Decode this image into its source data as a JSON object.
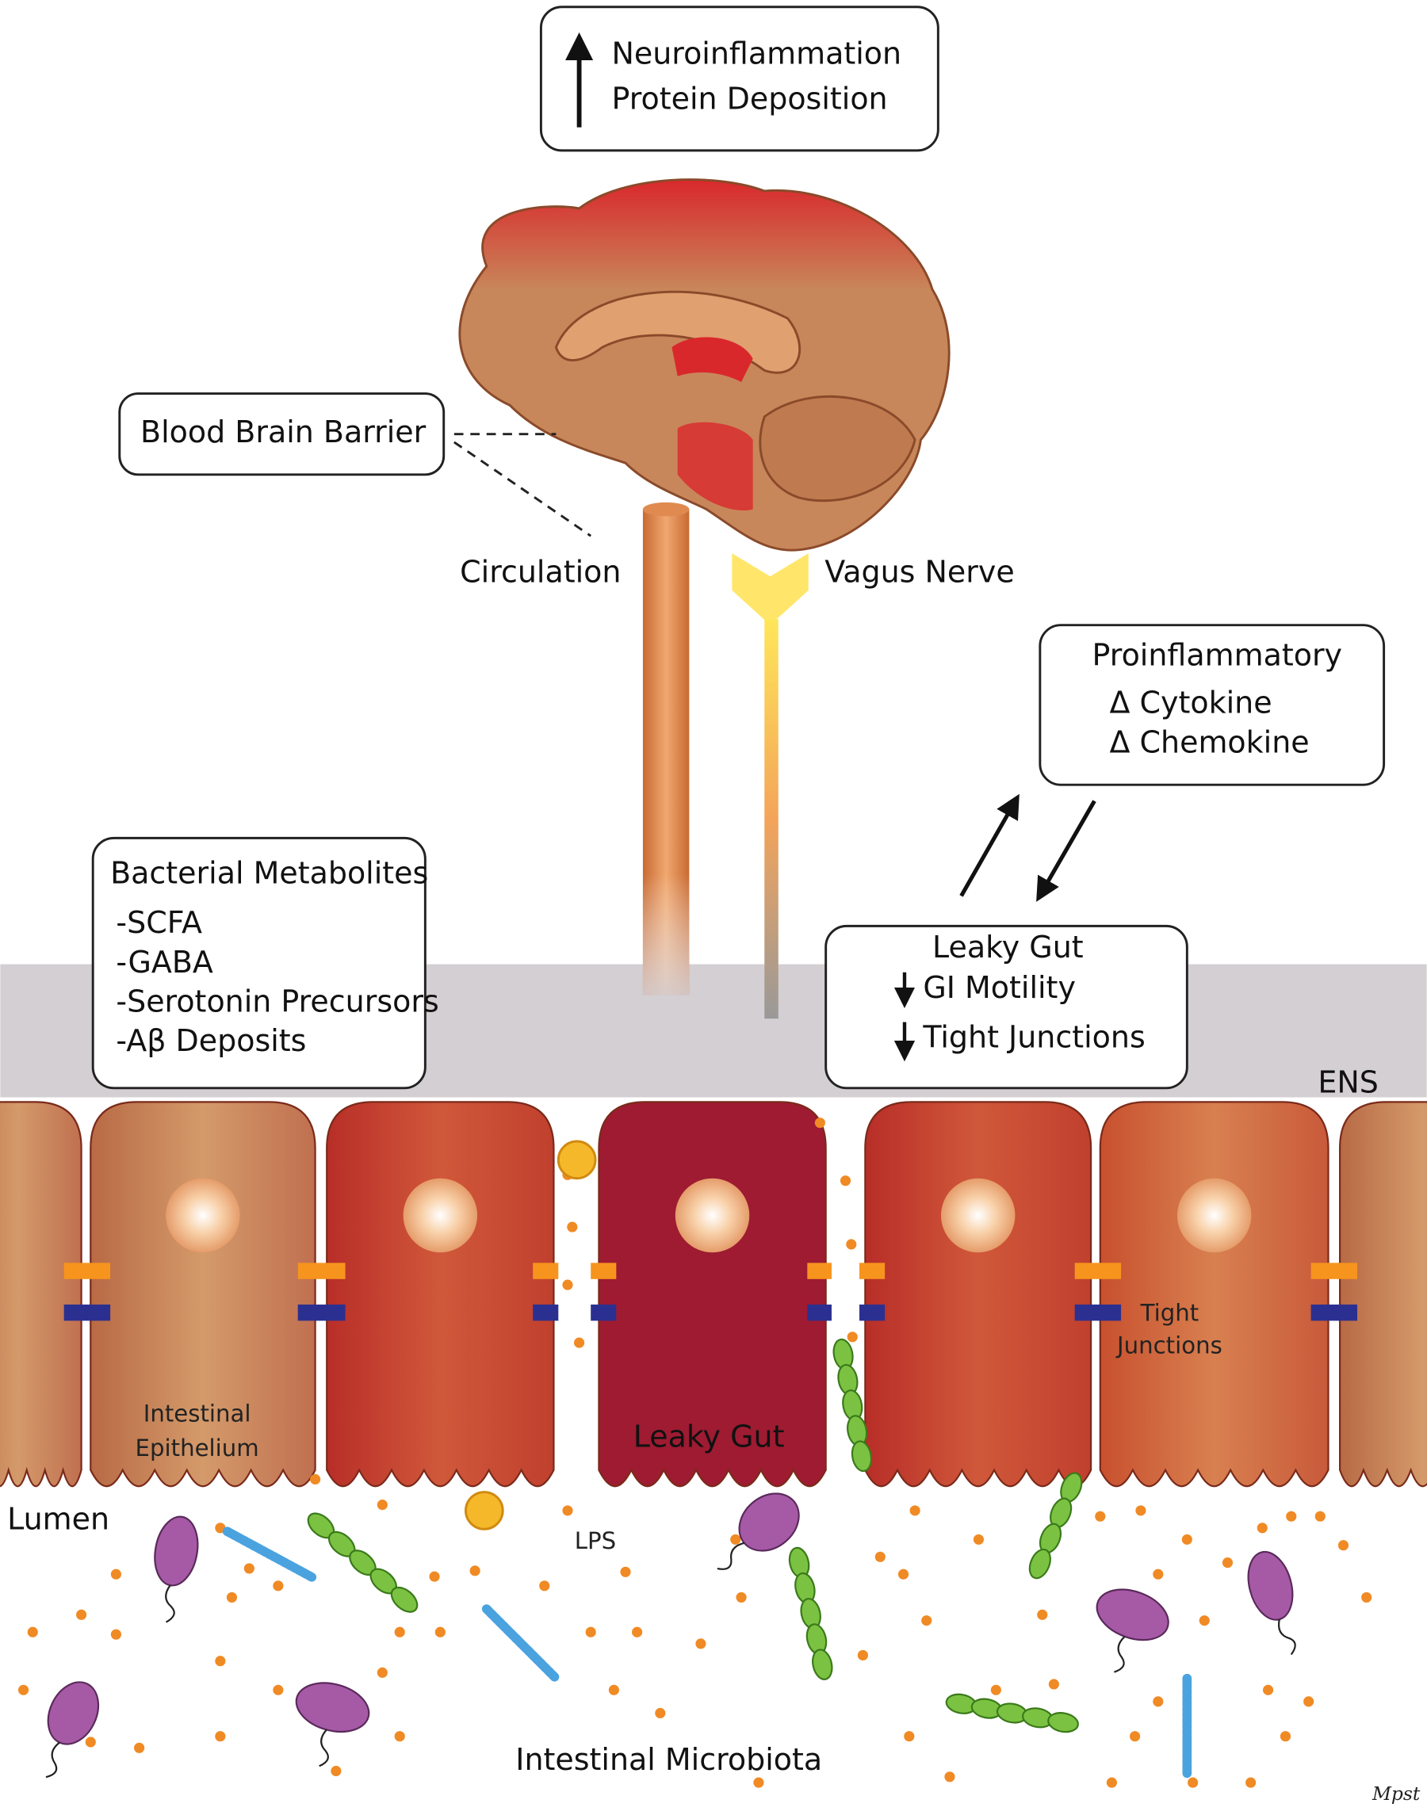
{
  "top_box": {
    "lines": [
      "Neuroinflammation",
      "Protein Deposition"
    ],
    "arrow": "up-arrow"
  },
  "bbb_box": {
    "label": "Blood Brain Barrier"
  },
  "circulation_label": "Circulation",
  "vagus_label": "Vagus Nerve",
  "proinflammatory_box": {
    "title": "Proinflammatory",
    "items": [
      "Δ Cytokine",
      "Δ Chemokine"
    ]
  },
  "leaky_gut_box": {
    "title": "Leaky Gut",
    "items": [
      "GI Motility",
      "Tight Junctions"
    ],
    "item_arrow": "down-arrow"
  },
  "metabolites_box": {
    "title": "Bacterial Metabolites",
    "items": [
      "-SCFA",
      "-GABA",
      "-Serotonin Precursors",
      "-Aβ Deposits"
    ]
  },
  "ens_label": "ENS",
  "epithelium_label": [
    "Intestinal",
    "Epithelium"
  ],
  "leaky_gut_cell_label": "Leaky Gut",
  "tight_junctions_label": [
    "Tight",
    "Junctions"
  ],
  "lumen_label": "Lumen",
  "lps_label": "LPS",
  "microbiota_label": "Intestinal Microbiota",
  "signature": "Mpst",
  "colors": {
    "brain": "#c8875a",
    "brain_inflamed": "#d9282c",
    "ens_band": "#d4cfd3",
    "cell_tan": "#c98a5c",
    "cell_red": "#c4412e",
    "cell_leaky": "#9e1b32",
    "junction_orange": "#f7941d",
    "junction_blue": "#2b3090",
    "lps_dot": "#f08a24",
    "bacteria_purple": "#a65aa6",
    "bacteria_green": "#7cc242",
    "bacteria_blue": "#4aa3df"
  }
}
